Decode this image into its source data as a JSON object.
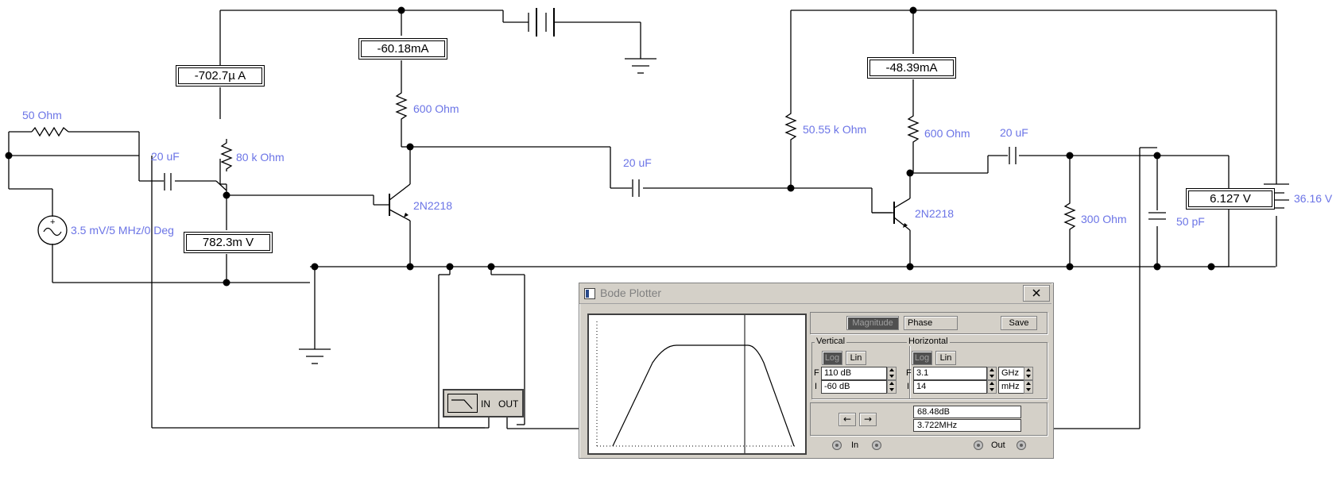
{
  "components": {
    "r_source_label": "50  Ohm",
    "c_in_label": "20 uF",
    "r_bias_label": "80 k Ohm",
    "source_label": "3.5 mV/5 MHz/0 Deg",
    "r_c1_label": "600  Ohm",
    "q1_label": "2N2218",
    "c_couple_label": "20 uF",
    "r_bias2_label": "50.55 k Ohm",
    "r_c2_label": "600  Ohm",
    "c_out_label": "20 uF",
    "q2_label": "2N2218",
    "r_load_label": "300  Ohm",
    "c_load_label": "50 pF",
    "battery2_label": "36.16 V"
  },
  "meters": {
    "bias_current": "-702.7µ A",
    "base_voltage": "782.3m V",
    "collector1_current": "-60.18mA",
    "collector2_current": "-48.39mA",
    "output_voltage": "6.127    V"
  },
  "bode_icon": {
    "in_label": "IN",
    "out_label": "OUT"
  },
  "bode": {
    "title": "Bode Plotter",
    "magnitude_label": "Magnitude",
    "phase_label": "Phase",
    "save_label": "Save",
    "vertical_label": "Vertical",
    "horizontal_label": "Horizontal",
    "log_label": "Log",
    "lin_label": "Lin",
    "f_label": "F",
    "i_label": "I",
    "v_final": "110 dB",
    "v_initial": "-60 dB",
    "h_final": "3.1",
    "h_final_unit": "GHz",
    "h_initial": "14",
    "h_initial_unit": "mHz",
    "readout_db": "68.48dB",
    "readout_freq": "3.722MHz",
    "in_label": "In",
    "out_label": "Out",
    "left_arrow": "←",
    "right_arrow": "→"
  },
  "colors": {
    "label": "#6b74e6",
    "window": "#d4d0c8"
  }
}
